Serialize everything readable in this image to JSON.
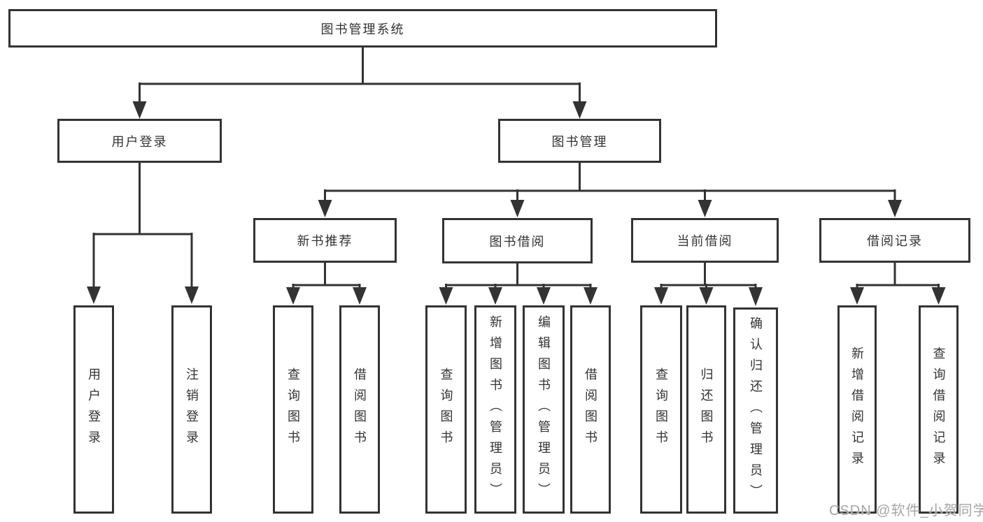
{
  "watermark": "CSDN @软件_小贺同学",
  "colors": {
    "line": "#333333",
    "box_background": "#ffffff",
    "watermark": "#a6a6a6"
  },
  "nodes": {
    "root": "图书管理系统",
    "user_login": "用户登录",
    "book_mgmt": "图书管理",
    "ul_user_login": "用户登录",
    "ul_logout": "注销登录",
    "new_book_rec": "新书推荐",
    "book_borrow": "图书借阅",
    "current_borrow": "当前借阅",
    "borrow_records": "借阅记录",
    "nbr_query_book": "查询图书",
    "nbr_borrow_book": "借阅图书",
    "bb_query_book": "查询图书",
    "bb_add_book": "新增图书（管理员）",
    "bb_edit_book": "编辑图书（管理员）",
    "bb_borrow_book": "借阅图书",
    "cb_query_book": "查询图书",
    "cb_return_book": "归还图书",
    "cb_confirm_return": "确认归还（管理员）",
    "br_add_record": "新增借阅记录",
    "br_query_record": "查询借阅记录"
  }
}
